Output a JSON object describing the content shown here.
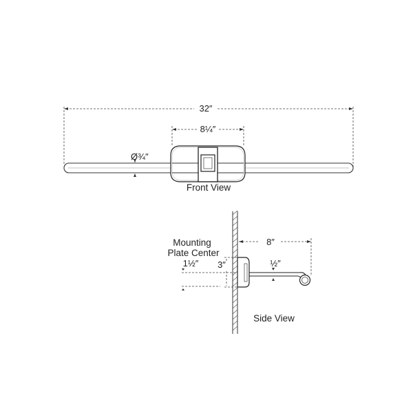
{
  "front_view": {
    "overall_width": "32″",
    "center_width": "8¼″",
    "diameter": "Ø¾″",
    "label": "Front View"
  },
  "side_view": {
    "projection": "8″",
    "mounting_label_line1": "Mounting",
    "mounting_label_line2": "Plate Center",
    "plate_center_offset": "1½″",
    "plate_height": "3″",
    "arm_diameter": "½″",
    "label": "Side View"
  }
}
